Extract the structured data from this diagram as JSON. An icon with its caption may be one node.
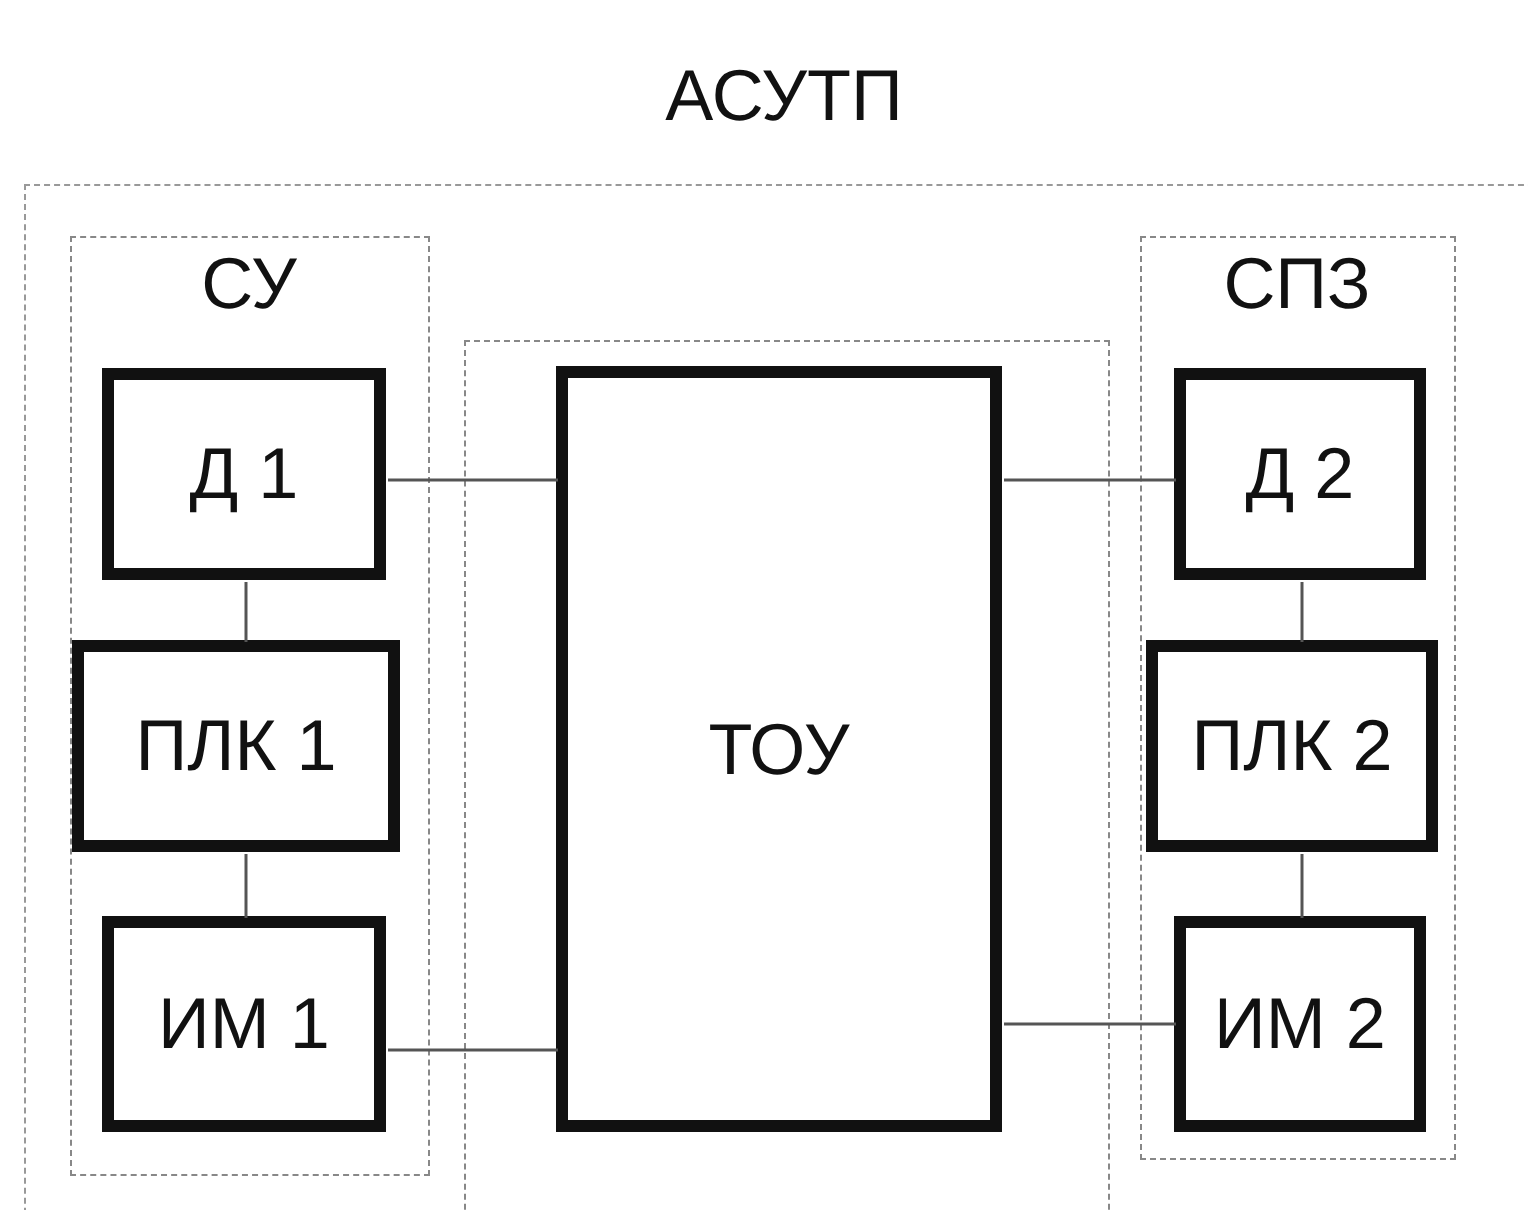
{
  "diagram": {
    "nodes": [
      {
        "text": [
          "АСУТП"
        ]
      },
      {
        "text": [
          "СУ"
        ],
        "in": 0
      },
      {
        "text": [
          "Д 1"
        ],
        "in": 1
      },
      {
        "text": [
          "ПЛК 1"
        ],
        "in": 1
      },
      {
        "text": [
          "ИМ 1"
        ],
        "in": 1
      },
      {
        "text": [],
        "shape": "box",
        "in": 0
      },
      {
        "text": [
          "ТОУ"
        ],
        "in": 5
      },
      {
        "text": [
          "СПЗ"
        ],
        "in": 0
      },
      {
        "text": [
          "Д 2"
        ],
        "in": 7
      },
      {
        "text": [
          "ПЛК 2"
        ],
        "in": 7
      },
      {
        "text": [
          "ИМ 2"
        ],
        "in": 7
      }
    ],
    "edges": [
      {
        "from": 2,
        "to": 6,
        "arrow": "none"
      },
      {
        "from": 4,
        "to": 6,
        "arrow": "none"
      },
      {
        "from": 6,
        "to": 8,
        "arrow": "none"
      },
      {
        "from": 6,
        "to": 10,
        "arrow": "none"
      },
      {
        "from": 2,
        "to": 3,
        "arrow": "none"
      },
      {
        "from": 3,
        "to": 4,
        "arrow": "none"
      },
      {
        "from": 8,
        "to": 9,
        "arrow": "none"
      },
      {
        "from": 9,
        "to": 10,
        "arrow": "none"
      }
    ]
  }
}
